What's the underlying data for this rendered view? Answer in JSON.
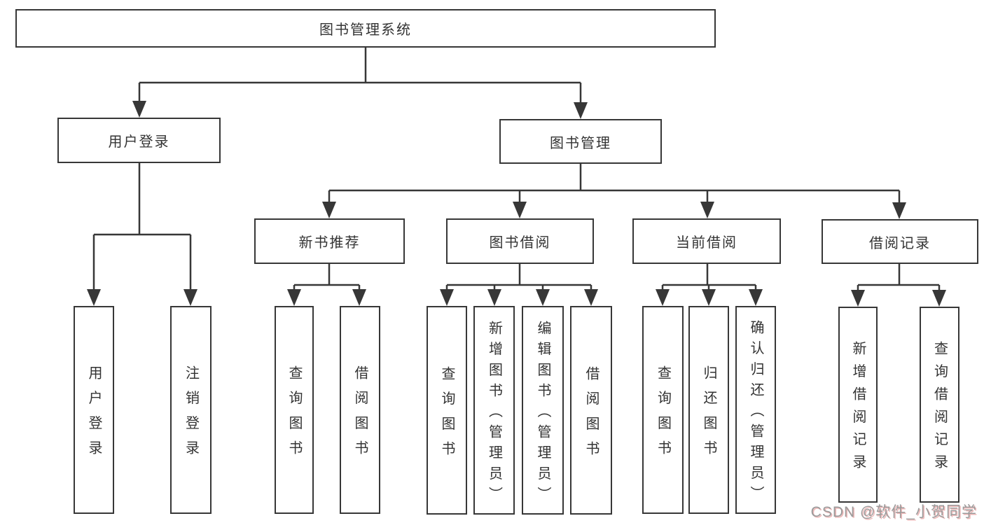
{
  "tree": {
    "label": "图书管理系统",
    "children": [
      {
        "label": "用户登录",
        "children": [
          {
            "label": "用户登录"
          },
          {
            "label": "注销登录"
          }
        ]
      },
      {
        "label": "图书管理",
        "children": [
          {
            "label": "新书推荐",
            "children": [
              {
                "label": "查询图书"
              },
              {
                "label": "借阅图书"
              }
            ]
          },
          {
            "label": "图书借阅",
            "children": [
              {
                "label": "查询图书"
              },
              {
                "label": "新增图书（管理员）"
              },
              {
                "label": "编辑图书（管理员）"
              },
              {
                "label": "借阅图书"
              }
            ]
          },
          {
            "label": "当前借阅",
            "children": [
              {
                "label": "查询图书"
              },
              {
                "label": "归还图书"
              },
              {
                "label": "确认归还（管理员）"
              }
            ]
          },
          {
            "label": "借阅记录",
            "children": [
              {
                "label": "新增借阅记录"
              },
              {
                "label": "查询借阅记录"
              }
            ]
          }
        ]
      }
    ]
  },
  "watermark": {
    "text": "CSDN @软件_小贺同学"
  },
  "colors": {
    "line": "#373737",
    "box_border": "#373737",
    "text": "#333333",
    "background": "#ffffff",
    "watermark": "#9b9b9b"
  }
}
